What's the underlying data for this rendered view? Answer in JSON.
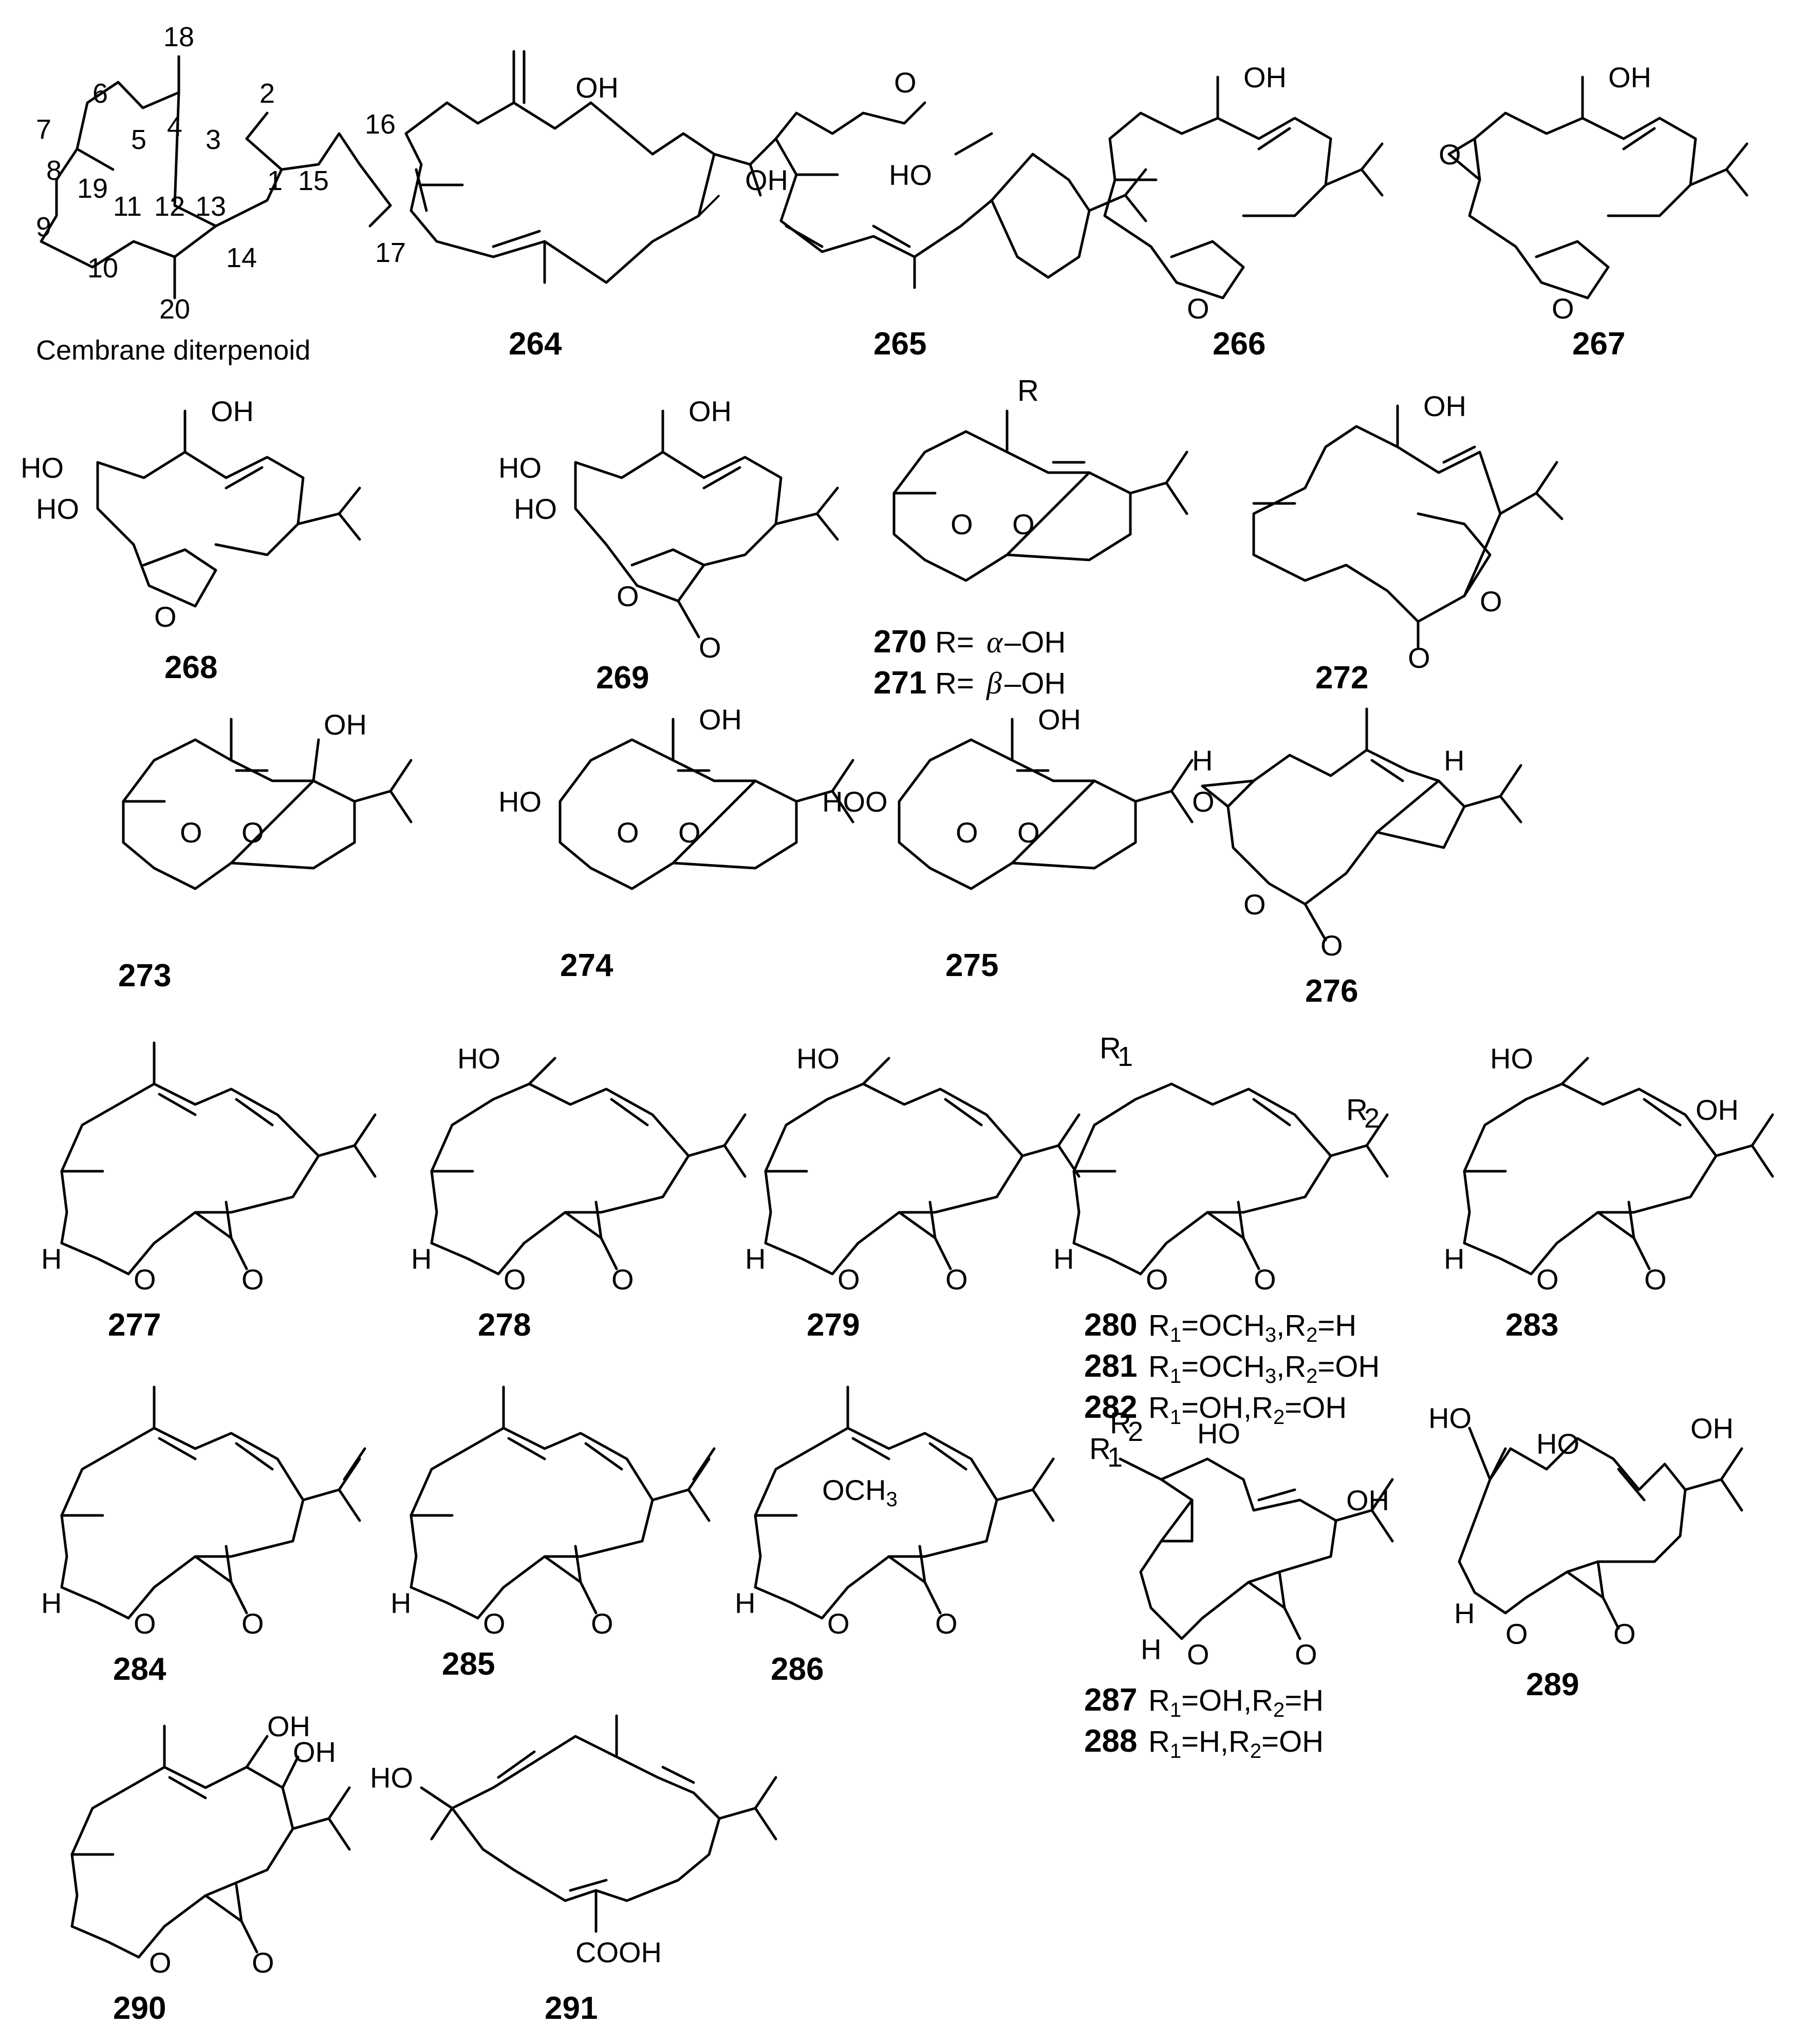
{
  "figure": {
    "scaffold": {
      "caption": "Cembrane diterpenoid",
      "atom_numbers": [
        "1",
        "2",
        "3",
        "4",
        "5",
        "6",
        "7",
        "8",
        "9",
        "10",
        "11",
        "12",
        "13",
        "14",
        "15",
        "16",
        "17",
        "18",
        "19",
        "20"
      ]
    },
    "atoms": {
      "OH": "OH",
      "HO": "HO",
      "O": "O",
      "H": "H",
      "HOO": "HOO",
      "OCH3": "OCH",
      "sub3": "3",
      "COOH": "COOH",
      "R": "R",
      "R1": "R",
      "R2": "R",
      "sub1": "1",
      "sub2": "2"
    },
    "compounds": [
      {
        "id": "264",
        "label": "264"
      },
      {
        "id": "265",
        "label": "265"
      },
      {
        "id": "266",
        "label": "266"
      },
      {
        "id": "267",
        "label": "267"
      },
      {
        "id": "268",
        "label": "268"
      },
      {
        "id": "269",
        "label": "269"
      },
      {
        "id": "270",
        "label": "270",
        "desc_prefix": "R=",
        "desc_greek": "α",
        "desc_suffix": "–OH"
      },
      {
        "id": "271",
        "label": "271",
        "desc_prefix": "R=",
        "desc_greek": "β",
        "desc_suffix": "–OH"
      },
      {
        "id": "272",
        "label": "272"
      },
      {
        "id": "273",
        "label": "273"
      },
      {
        "id": "274",
        "label": "274"
      },
      {
        "id": "275",
        "label": "275"
      },
      {
        "id": "276",
        "label": "276"
      },
      {
        "id": "277",
        "label": "277"
      },
      {
        "id": "278",
        "label": "278"
      },
      {
        "id": "279",
        "label": "279"
      },
      {
        "id": "280",
        "label": "280",
        "r1": "OCH",
        "r1_sub": "3",
        "r2": "H"
      },
      {
        "id": "281",
        "label": "281",
        "r1": "OCH",
        "r1_sub": "3",
        "r2": "OH"
      },
      {
        "id": "282",
        "label": "282",
        "r1": "OH",
        "r1_sub": "",
        "r2": "OH"
      },
      {
        "id": "283",
        "label": "283"
      },
      {
        "id": "284",
        "label": "284"
      },
      {
        "id": "285",
        "label": "285"
      },
      {
        "id": "286",
        "label": "286"
      },
      {
        "id": "287",
        "label": "287",
        "r1": "OH",
        "r2": "H"
      },
      {
        "id": "288",
        "label": "288",
        "r1": "H",
        "r2": "OH"
      },
      {
        "id": "289",
        "label": "289"
      },
      {
        "id": "290",
        "label": "290"
      },
      {
        "id": "291",
        "label": "291"
      }
    ]
  }
}
